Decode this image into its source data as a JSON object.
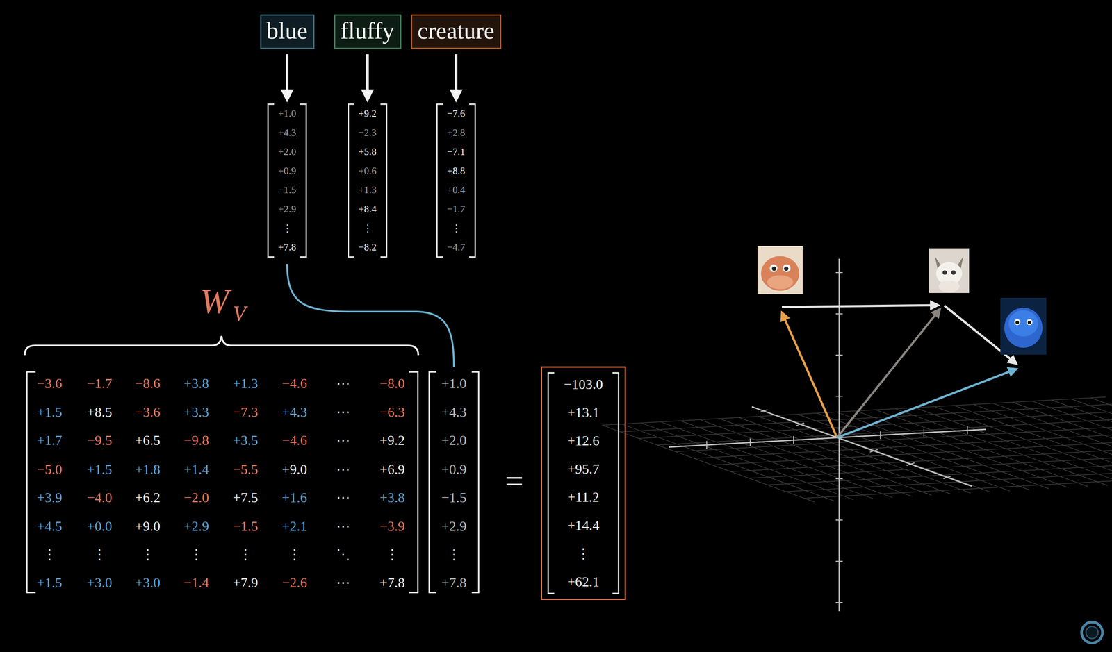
{
  "diagram": {
    "nodes": [
      {
        "text": [
          "blue"
        ]
      },
      {
        "text": [
          "fluffy"
        ]
      },
      {
        "text": [
          "creature"
        ]
      },
      {
        "text": [
          "+1.0",
          "+4.3",
          "+2.0",
          "+0.9",
          "−1.5",
          "+2.9",
          "⋮",
          "+7.8"
        ]
      },
      {
        "text": [
          "+9.2",
          "−2.3",
          "+5.8",
          "+0.6",
          "+1.3",
          "+8.4",
          "⋮",
          "−8.2"
        ]
      },
      {
        "text": [
          "−7.6",
          "+2.8",
          "−7.1",
          "+8.8",
          "+0.4",
          "−1.7",
          "⋮",
          "−4.7"
        ]
      },
      {
        "text": [
          "−103.0",
          "+13.1",
          "+12.6",
          "+95.7",
          "+11.2",
          "+14.4",
          "⋮",
          "+62.1"
        ]
      }
    ],
    "edges": [
      {
        "from": 0,
        "to": 3,
        "arrow": "to"
      },
      {
        "from": 1,
        "to": 4,
        "arrow": "to"
      },
      {
        "from": 2,
        "to": 5,
        "arrow": "to"
      }
    ],
    "labels": [
      "W",
      "V",
      "−3.6",
      "−1.7",
      "−8.6",
      "+3.8",
      "+1.3",
      "−4.6",
      "⋯",
      "−8.0",
      "+1.5",
      "+8.5",
      "−3.6",
      "+3.3",
      "−7.3",
      "+4.3",
      "⋯",
      "−6.3",
      "+1.7",
      "−9.5",
      "+6.5",
      "−9.8",
      "+3.5",
      "−4.6",
      "⋯",
      "+9.2",
      "−5.0",
      "+1.5",
      "+1.8",
      "+1.4",
      "−5.5",
      "+9.0",
      "⋯",
      "+6.9",
      "+3.9",
      "−4.0",
      "+6.2",
      "−2.0",
      "+7.5",
      "+1.6",
      "⋯",
      "+3.8",
      "+4.5",
      "+0.0",
      "+9.0",
      "+2.9",
      "−1.5",
      "+2.1",
      "⋯",
      "−3.9",
      "⋮",
      "⋮",
      "⋮",
      "⋮",
      "⋮",
      "⋮",
      "⋱",
      "⋮",
      "+1.5",
      "+3.0",
      "+3.0",
      "−1.4",
      "+7.9",
      "−2.6",
      "⋯",
      "+7.8",
      "+1.0",
      "+4.3",
      "+2.0",
      "+0.9",
      "−1.5",
      "+2.9",
      "⋮",
      "+7.8",
      "="
    ]
  }
}
